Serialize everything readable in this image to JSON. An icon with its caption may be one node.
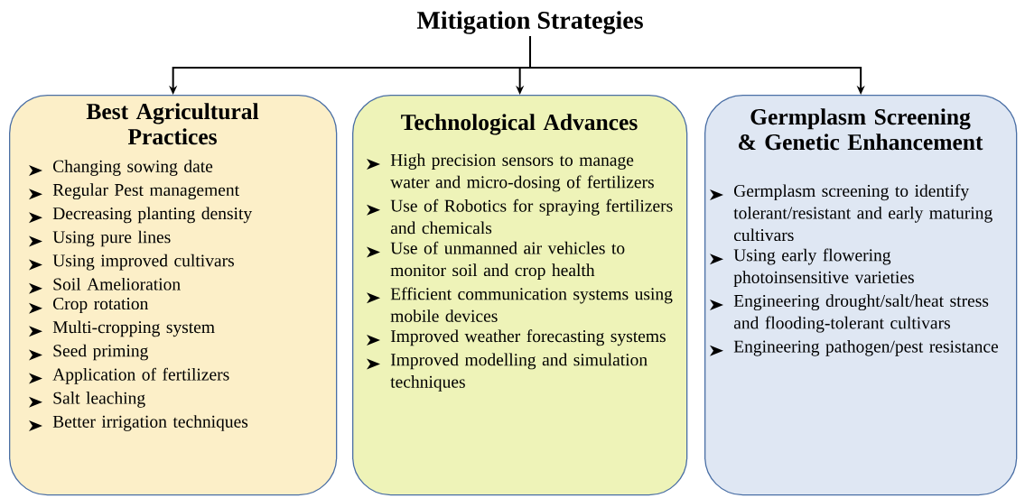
{
  "diagram": {
    "nodes": [
      {
        "text": [
          "Mitigation Strategies"
        ]
      },
      {
        "text": [
          "Best Agricultural Practices",
          "Changing sowing date",
          "Regular Pest management",
          "Decreasing planting density",
          "Using pure lines",
          "Using improved cultivars",
          "Soil Amelioration",
          "Crop rotation",
          "Multi-cropping system",
          "Seed priming",
          "Application of fertilizers",
          "Salt leaching",
          "Better irrigation techniques"
        ]
      },
      {
        "text": [
          "Technological Advances",
          "High precision sensors to manage water and micro-dosing of fertilizers",
          "Use of Robotics for spraying fertilizers and chemicals",
          "Use of unmanned air vehicles to monitor soil and crop health",
          "Efficient communication systems using mobile devices",
          "Improved weather forecasting systems",
          "Improved modelling and simulation techniques"
        ]
      },
      {
        "text": [
          "Germplasm Screening & Genetic Enhancement",
          "Germplasm screening to identify tolerant/resistant and early maturing cultivars",
          "Using early flowering photoinsensitive varieties",
          "Engineering drought/salt/heat stress and flooding-tolerant cultivars",
          "Engineering pathogen/pest resistance"
        ]
      }
    ],
    "edges": [
      {
        "from": 0,
        "to": 1,
        "arrow": "to"
      },
      {
        "from": 0,
        "to": 2,
        "arrow": "to"
      },
      {
        "from": 0,
        "to": 3,
        "arrow": "to"
      }
    ]
  }
}
